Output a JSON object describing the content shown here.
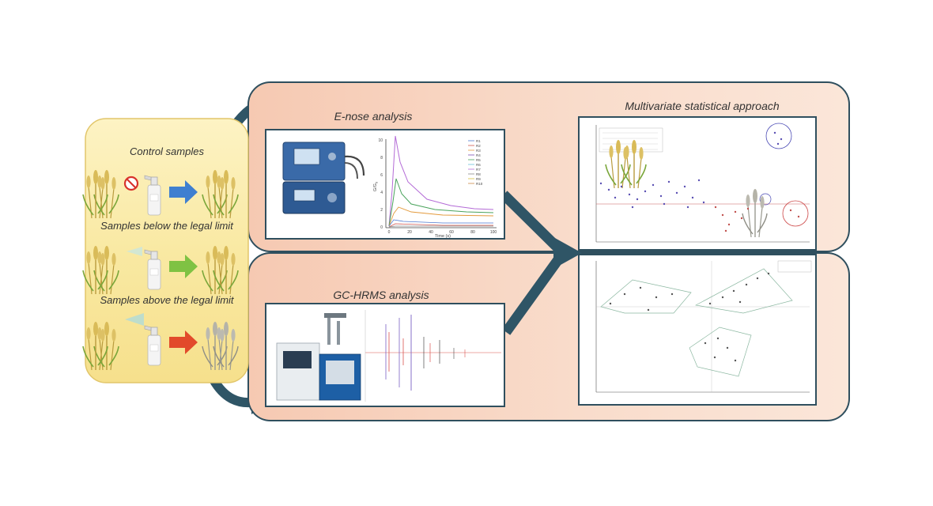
{
  "left_panel": {
    "control_label": "Control samples",
    "below_label": "Samples below the legal limit",
    "above_label": "Samples above the legal limit"
  },
  "enose": {
    "title": "E-nose analysis",
    "legend": [
      "R1",
      "R2",
      "R3",
      "R4",
      "R5",
      "R6",
      "R7",
      "R8",
      "R9",
      "R10"
    ],
    "ylabel": "G/G",
    "ylabel_sub": "0",
    "xlabel": "Time (s)",
    "xticks": [
      "0",
      "20",
      "40",
      "60",
      "80",
      "100"
    ],
    "yticks": [
      "10",
      "8",
      "6",
      "4",
      "2",
      "0"
    ]
  },
  "gchrms": {
    "title": "GC-HRMS analysis"
  },
  "stats": {
    "title": "Multivariate statistical approach"
  },
  "colors": {
    "left_panel_bg": "#fbeaa6",
    "left_panel_border": "#e2c66b",
    "right_panel_border": "#2f4f5e",
    "arrow": "#2f5566",
    "blue_arrow": "#3f7fd0",
    "green_arrow": "#7fc243",
    "red_arrow": "#e24a2b"
  },
  "icons": [
    "prohibited-icon",
    "spray-bottle-icon",
    "wheat-icon",
    "arrow-right-icon"
  ]
}
